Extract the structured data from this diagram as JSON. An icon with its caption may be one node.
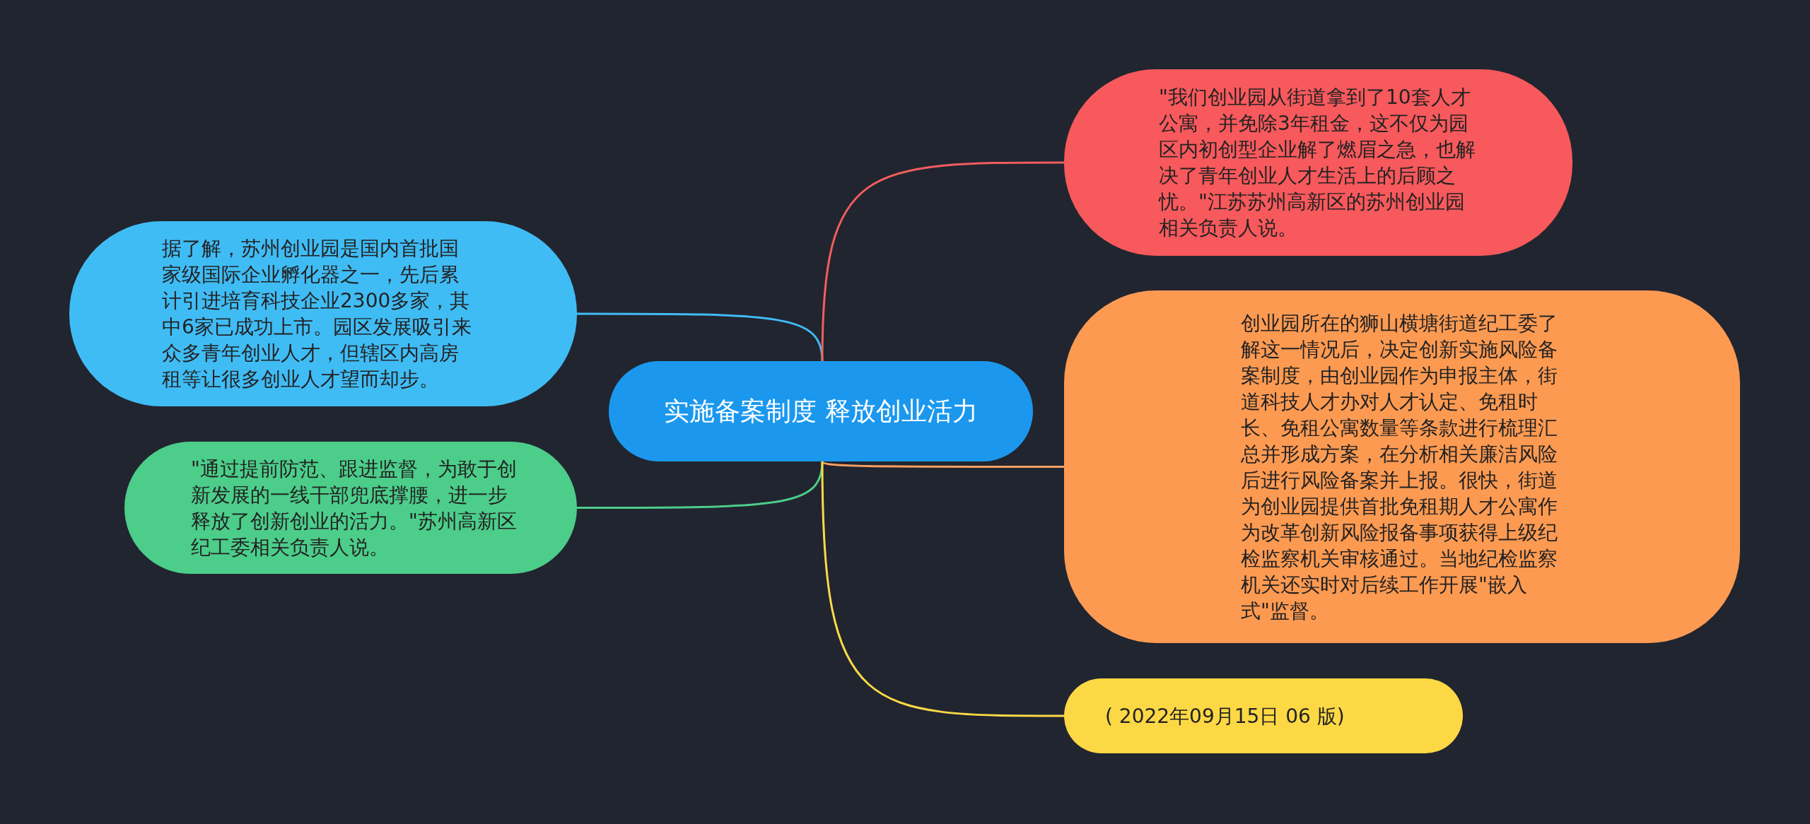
{
  "diagram": {
    "nodes": [
      {
        "text": [
          "实施备案制度 释放创业活力"
        ]
      },
      {
        "text": [
          "据了解，苏州创业园是国内首批国家级国际企业孵化器之一，先后累计引进培育科技企业2300多家，其中6家已成功上市。园区发展吸引来众多青年创业人才，但辖区内高房租等让很多创业人才望而却步。"
        ]
      },
      {
        "text": [
          "\"通过提前防范、跟进监督，为敢于创新发展的一线干部兜底撑腰，进一步释放了创新创业的活力。\"苏州高新区纪工委相关负责人说。"
        ]
      },
      {
        "text": [
          "\"我们创业园从街道拿到了10套人才公寓，并免除3年租金，这不仅为园区内初创型企业解了燃眉之急，也解决了青年创业人才生活上的后顾之忧。\"江苏苏州高新区的苏州创业园相关负责人说。"
        ]
      },
      {
        "text": [
          "创业园所在的狮山横塘街道纪工委了解这一情况后，决定创新实施风险备案制度，由创业园作为申报主体，街道科技人才办对人才认定、免租时长、免租公寓数量等条款进行梳理汇总并形成方案，在分析相关廉洁风险后进行风险备案并上报。很快，街道为创业园提供首批免租期人才公寓作为改革创新风险报备事项获得上级纪检监察机关审核通过。当地纪检监察机关还实时对后续工作开展\"嵌入式\"监督。"
        ]
      },
      {
        "text": [
          "( 2022年09月15日 06 版)"
        ]
      }
    ],
    "edges": [
      {
        "from": 0,
        "to": 1,
        "arrow": "none",
        "color": "#40bcf5"
      },
      {
        "from": 0,
        "to": 2,
        "arrow": "none",
        "color": "#4ccd8a"
      },
      {
        "from": 0,
        "to": 3,
        "arrow": "none",
        "color": "#f25e5e"
      },
      {
        "from": 0,
        "to": 4,
        "arrow": "none",
        "color": "#f7a064"
      },
      {
        "from": 0,
        "to": 5,
        "arrow": "none",
        "color": "#fbd947"
      }
    ]
  }
}
